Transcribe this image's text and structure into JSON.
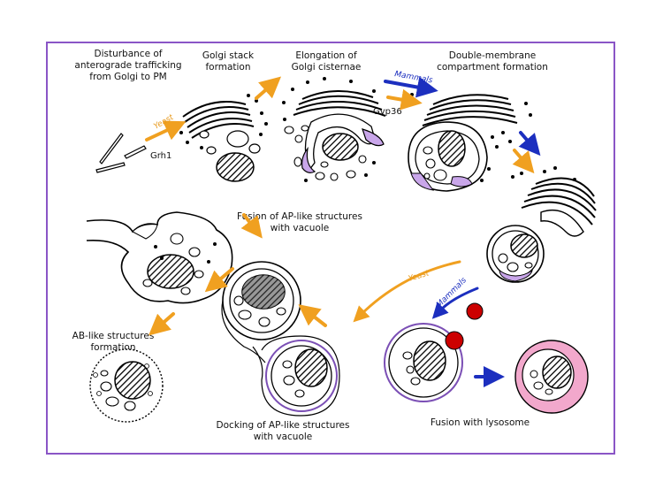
{
  "labels": {
    "disturbance_1": "Disturbance of",
    "disturbance_2": "anterograde trafficking",
    "disturbance_3": "from Golgi to PM",
    "golgi_stack_1": "Golgi stack",
    "golgi_stack_2": "formation",
    "elongation_1": "Elongation of",
    "elongation_2": "Golgi cisternae",
    "double_1": "Double-membrane",
    "double_2": "compartment formation",
    "grh1": "Grh1",
    "gvp36": "Gvp36",
    "fusion_ap_1": "Fusion of AP-like structures",
    "fusion_ap_2": "with vacuole",
    "ab_like_1": "AB-like structures",
    "ab_like_2": "formation",
    "docking_1": "Docking of AP-like structures",
    "docking_2": "with vacuole",
    "lysosome": "Fusion with lysosome"
  },
  "arrow_labels": {
    "yeast": "Yeast",
    "mammals": "Mammals"
  },
  "colors": {
    "frame": "#8a55c6",
    "yeast_arrow": "#f0a020",
    "mammals_arrow": "#1c2fbf",
    "lavender": "#c9a6ea",
    "lysosome_fill": "#f2a8cc",
    "red_vesicle": "#cc0000"
  }
}
